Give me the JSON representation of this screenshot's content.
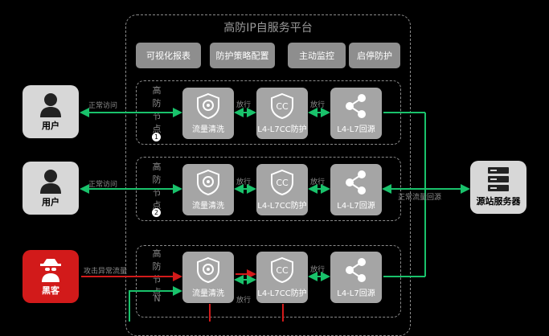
{
  "platform": {
    "title": "高防IP自服务平台",
    "buttons": [
      "可视化报表",
      "防护策略配置",
      "主动监控",
      "启停防护"
    ]
  },
  "nodes": [
    {
      "label": "高防节点",
      "number": "1"
    },
    {
      "label": "高防节点",
      "number": "2"
    },
    {
      "label": "高防节点",
      "number": "N"
    }
  ],
  "functions": {
    "clean": "流量清洗",
    "cc": "L4-L7CC防护",
    "cc_badge": "CC",
    "origin": "L4-L7回源"
  },
  "actors": {
    "user": "用户",
    "hacker": "黑客",
    "server": "源站服务器"
  },
  "flows": {
    "normal_access": "正常访问",
    "attack": "攻击异常流量",
    "pass": "放行",
    "normal_return": "正常流量回源"
  },
  "colors": {
    "green": "#19c26b",
    "red": "#d21a1a",
    "box_gray": "#a5a5a5",
    "actor_gray": "#d7d7d7"
  }
}
